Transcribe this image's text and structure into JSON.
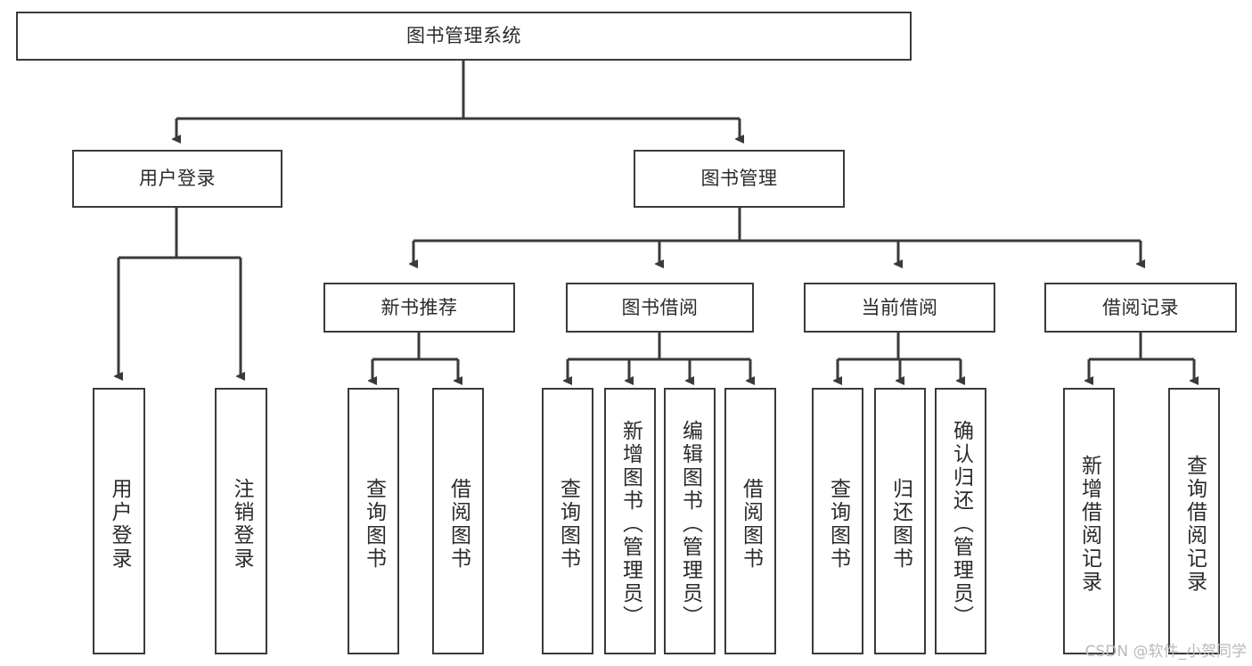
{
  "diagram": {
    "type": "tree-hierarchy-chart",
    "title": "图书管理系统",
    "watermark": "CSDN @软件_小贺同学",
    "colors": {
      "box_border": "#3a3a3a",
      "box_fill": "#ffffff",
      "connector": "#3a3a3a",
      "text": "#2b2b2b",
      "watermark": "#b9b9b9",
      "background": "#ffffff"
    },
    "nodes": {
      "root": {
        "label": "图书管理系统"
      },
      "level2": [
        {
          "id": "user-login",
          "label": "用户登录"
        },
        {
          "id": "book-manage",
          "label": "图书管理"
        }
      ],
      "level3": [
        {
          "id": "new-book-recommend",
          "label": "新书推荐"
        },
        {
          "id": "book-borrow",
          "label": "图书借阅"
        },
        {
          "id": "current-borrow",
          "label": "当前借阅"
        },
        {
          "id": "borrow-record",
          "label": "借阅记录"
        }
      ],
      "leaves": {
        "user-login": [
          {
            "id": "leaf-user-login",
            "label": "用户登录"
          },
          {
            "id": "leaf-user-logout",
            "label": "注销登录"
          }
        ],
        "new-book-recommend": [
          {
            "id": "leaf-query-book-1",
            "label": "查询图书"
          },
          {
            "id": "leaf-borrow-book-1",
            "label": "借阅图书"
          }
        ],
        "book-borrow": [
          {
            "id": "leaf-query-book-2",
            "label": "查询图书"
          },
          {
            "id": "leaf-add-book",
            "label": "新增图书（管理员）"
          },
          {
            "id": "leaf-edit-book",
            "label": "编辑图书（管理员）"
          },
          {
            "id": "leaf-borrow-book-2",
            "label": "借阅图书"
          }
        ],
        "current-borrow": [
          {
            "id": "leaf-query-book-3",
            "label": "查询图书"
          },
          {
            "id": "leaf-return-book",
            "label": "归还图书"
          },
          {
            "id": "leaf-confirm-return",
            "label": "确认归还（管理员）"
          }
        ],
        "borrow-record": [
          {
            "id": "leaf-add-record",
            "label": "新增借阅记录"
          },
          {
            "id": "leaf-query-record",
            "label": "查询借阅记录"
          }
        ]
      }
    }
  }
}
